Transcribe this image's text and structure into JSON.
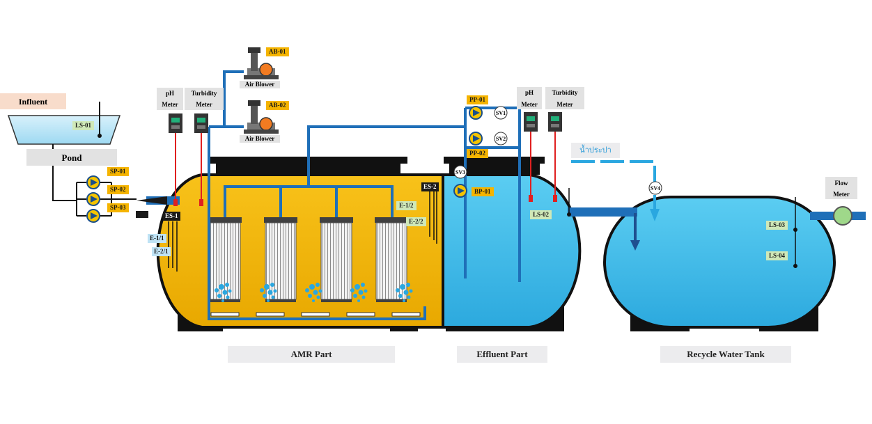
{
  "influent": "Influent",
  "pond": "Pond",
  "sensors": {
    "ls01": "LS-01",
    "ls02": "LS-02",
    "ls03": "LS-03",
    "ls04": "LS-04"
  },
  "pumps": {
    "sp01": "SP-01",
    "sp02": "SP-02",
    "sp03": "SP-03",
    "pp01": "PP-01",
    "pp02": "PP-02",
    "bp01": "BP-01"
  },
  "blowers": {
    "ab01": "AB-01",
    "ab02": "AB-02",
    "caption1": "Air Blower",
    "caption2": "Air Blower"
  },
  "meters": {
    "ph1_a": "pH",
    "ph1_b": "Meter",
    "turb1_a": "Turbidity",
    "turb1_b": "Meter",
    "ph2_a": "pH",
    "ph2_b": "Meter",
    "turb2_a": "Turbidity",
    "turb2_b": "Meter",
    "flow_a": "Flow",
    "flow_b": "Meter"
  },
  "valves": {
    "sv1": "SV1",
    "sv2": "SV2",
    "sv3": "SV3",
    "sv4": "SV4"
  },
  "electrodes": {
    "es1": "ES-1",
    "es2": "ES-2",
    "e11": "E-1/1",
    "e21": "E-2/1",
    "e12": "E-1/2",
    "e22": "E-2/2"
  },
  "tap_water": "น้ำประปา",
  "sections": {
    "amr": "AMR Part",
    "effluent": "Effluent Part",
    "recycle": "Recycle Water Tank"
  },
  "colors": {
    "amr_fill": "#f5b400",
    "effluent_fill": "#3dbdea",
    "recycle_fill": "#4cc6ef",
    "pipe": "#1f6fb8",
    "sensor_wire": "#e02020",
    "label_orange": "#f5b400",
    "label_green": "#cfe8b8"
  }
}
